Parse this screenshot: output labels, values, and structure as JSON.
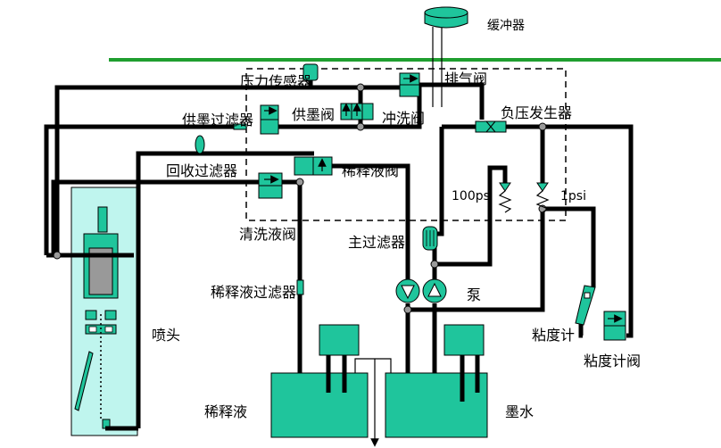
{
  "labels": {
    "buffer": "缓冲器",
    "pressure_sensor": "压力传感器",
    "exhaust_valve": "排气阀",
    "ink_supply_filter": "供墨过滤器",
    "ink_supply_valve": "供墨阀",
    "flush_valve": "冲洗阀",
    "negative_pressure_generator": "负压发生器",
    "recovery_filter": "回收过滤器",
    "diluent_valve": "稀释液阀",
    "pressure_100": "100psi",
    "pressure_1": "1psi",
    "cleaning_valve": "清洗液阀",
    "main_filter": "主过滤器",
    "diluent_filter": "稀释液过滤器",
    "pump": "泵",
    "nozzle": "喷头",
    "viscometer": "粘度计",
    "viscometer_valve": "粘度计阀",
    "diluent_tank": "稀释液",
    "ink_tank": "墨水"
  },
  "colors": {
    "component": "#1fc59c",
    "nozzle_panel": "#bff5ee",
    "top_line": "#1f9e2f",
    "pipe": "#000000"
  }
}
